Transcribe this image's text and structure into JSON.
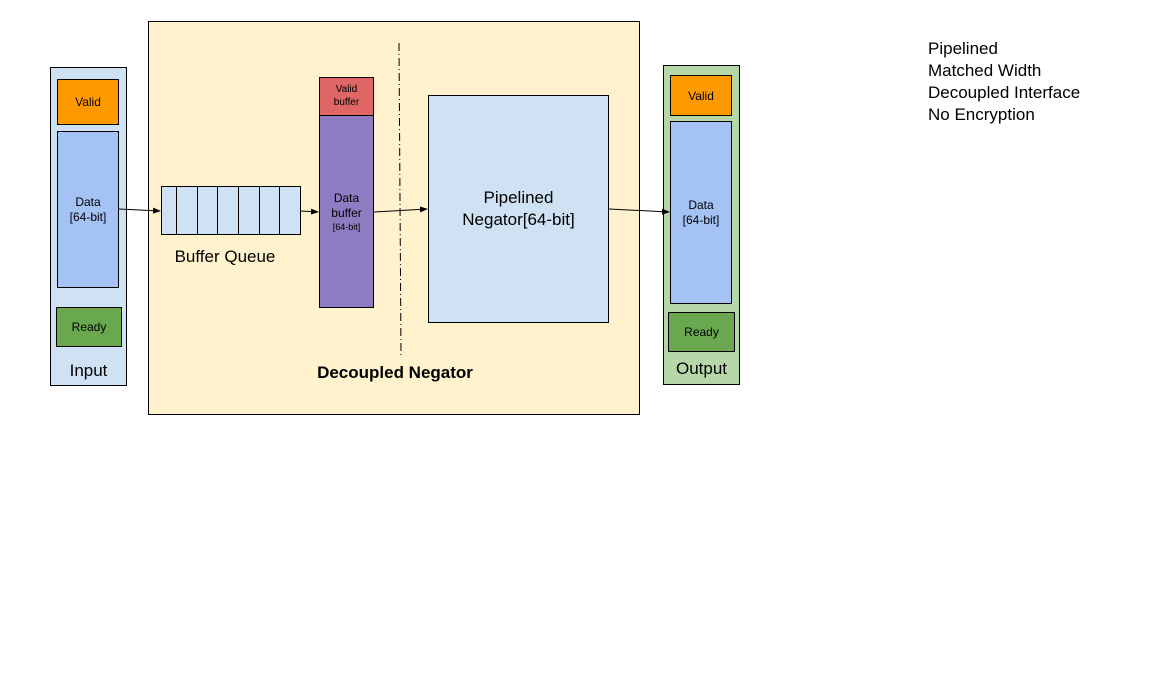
{
  "input": {
    "valid": "Valid",
    "data": "Data\n[64-bit]",
    "ready": "Ready",
    "label": "Input"
  },
  "main": {
    "label": "Decoupled Negator",
    "queue_label": "Buffer Queue",
    "valid_buffer": "Valid\nbuffer",
    "data_buffer": "Data\nbuffer",
    "data_buffer_width": "[64-bit]",
    "negator": "Pipelined\nNegator[64-bit]"
  },
  "output": {
    "valid": "Valid",
    "data": "Data\n[64-bit]",
    "ready": "Ready",
    "label": "Output"
  },
  "features": [
    "Pipelined",
    "Matched Width",
    "Decoupled Interface",
    "No Encryption"
  ],
  "colors": {
    "input_bg": "#cfe2f3",
    "valid": "#ff9900",
    "data": "#a4c2f4",
    "ready": "#6aa84f",
    "main_bg": "#fff2cc",
    "valid_buffer": "#e06666",
    "data_buffer": "#8e7cc3",
    "output_bg": "#b6d7a8"
  }
}
